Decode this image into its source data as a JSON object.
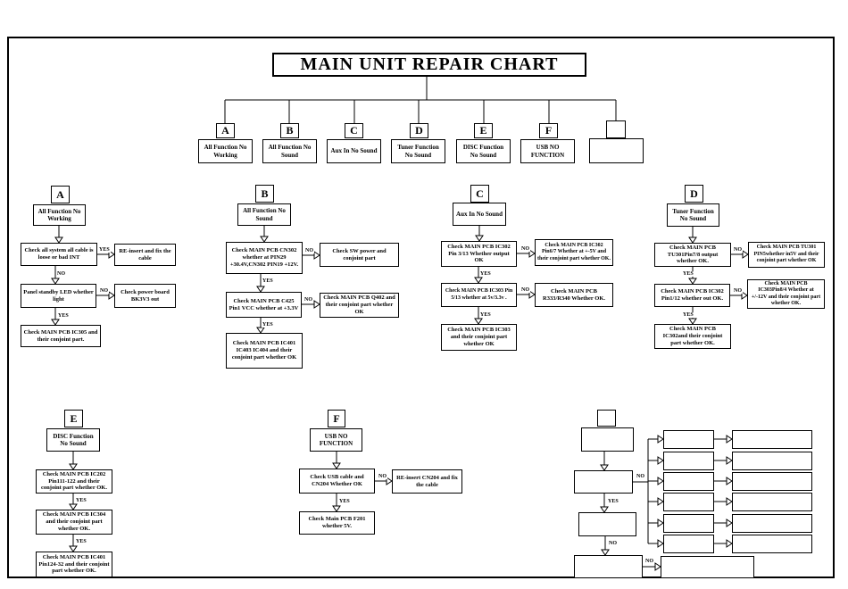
{
  "title": "MAIN UNIT REPAIR CHART",
  "labels": {
    "yes": "YES",
    "no": "NO"
  },
  "colors": {
    "ink": "#000000",
    "paper": "#ffffff"
  },
  "sections": {
    "a": {
      "letter": "A",
      "title": "All Function No Working",
      "step1": "Check all system all cable is loose or bad INT",
      "side1": "RE-insert and fix the cable",
      "step2": "Panel standby LED whether light",
      "side2": "Check power board  BK3V3 out",
      "step3": "Check MAIN PCB IC305 and their conjoint part."
    },
    "b": {
      "letter": "B",
      "title": "All Function No Sound",
      "step1": "Check MAIN PCB CN302 whether at PIN29 +30.4V,CN302 PIN19 +12V.",
      "side1": "Check SW power and conjoint part",
      "step2": "Check MAIN PCB C425 Pin1 VCC whether at +3.3V",
      "side2": "Check MAIN PCB Q402 and their conjoint part whether OK",
      "step3": "Check MAIN PCB IC401 IC403 IC404 and their conjoint part whether OK"
    },
    "c": {
      "letter": "C",
      "title": "Aux  In No Sound",
      "step1": "Check MAIN PCB IC302 Pin 3/13 Whether output OK",
      "side1": "Check MAIN PCB IC302 Pin6/7 Whether at +-5V and their conjoint part whether OK.",
      "step2": "Check MAIN PCB IC303 Pin 5/13 whether at 5v/3.3v .",
      "side2": "Check MAIN PCB R333/R340 Whether OK.",
      "step3": "Check MAIN PCB IC303 and their conjoint part whether OK"
    },
    "d": {
      "letter": "D",
      "title": "Tuner Function No Sound",
      "step1": "Check MAIN PCB TU301Pin7/8  output whether OK.",
      "side1": "Check MAIN PCB TU301 PIN5whether in5V and their conjoint part whether OK",
      "step2": "Check MAIN PCB IC302 Pin1/12 whether out OK.",
      "side2": "Check MAIN PCB IC303Pin8/4 Whether at +/-12V and their conjoint part whether OK.",
      "step3": "Check MAIN PCB IC302and their conjoint part whether OK."
    },
    "e": {
      "letter": "E",
      "title": "DISC Function No Sound",
      "step1": "Check MAIN PCB IC202 Pin111-122 and their conjoint part whether OK.",
      "step2": "Check MAIN PCB IC304 and their conjoint part whether OK.",
      "step3": "Check MAIN PCB IC401 Pin124-32 and their conjoint part whether OK."
    },
    "f": {
      "letter": "F",
      "title": "USB NO FUNCTION",
      "step1": "Check USB cable and CN204 Whether OK",
      "side1": "RE-insert CN204 and fix the cable",
      "step2": "Check Main PCB F201 whether 5V."
    },
    "g": {
      "letter": "",
      "title": ""
    }
  }
}
